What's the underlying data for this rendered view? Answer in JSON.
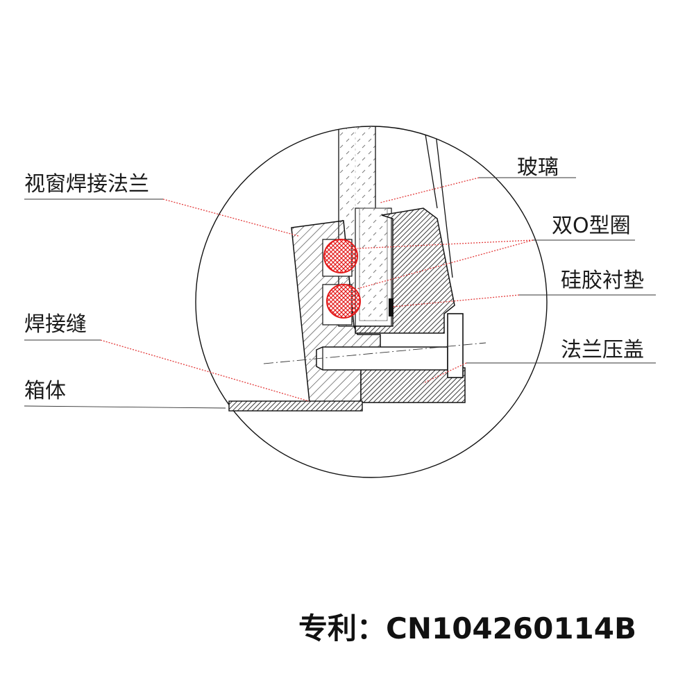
{
  "labels": {
    "glass": "玻璃",
    "window_weld_flange": "视窗焊接法兰",
    "double_o_ring": "双O型圈",
    "silicone_gasket": "硅胶衬垫",
    "weld_seam": "焊接缝",
    "flange_cover": "法兰压盖",
    "box_body": "箱体"
  },
  "patent": "专利：CN104260114B",
  "colors": {
    "line": "#111111",
    "oring": "#e31b1b",
    "leader": "#e33a3a",
    "hatch": "#333333"
  }
}
